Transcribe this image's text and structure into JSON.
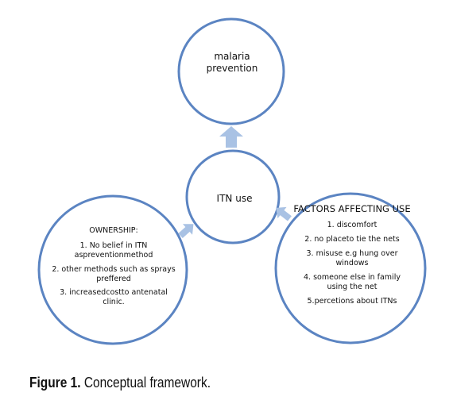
{
  "nodes": {
    "malaria_prevention": {
      "lines": [
        "malaria",
        "prevention"
      ]
    },
    "itn_use": {
      "label": "ITN use"
    },
    "ownership": {
      "title": "OWNERSHIP:",
      "items": [
        "1. No belief in ITN aspreventionmethod",
        "2. other methods such as sprays preffered",
        "3. increasedcostto antenatal clinic."
      ]
    },
    "factors": {
      "title": "FACTORS AFFECTING USE",
      "items": [
        "1. discomfort",
        "2. no placeto tie the nets",
        "3. misuse e.g hung over windows",
        "4. someone else in family using the net",
        "5.percetions about ITNs"
      ]
    }
  },
  "caption": {
    "label": "Figure 1.",
    "text": "Conceptual framework."
  },
  "colors": {
    "circle_stroke": "#5b84c2",
    "arrow_fill": "#a9c2e4"
  }
}
